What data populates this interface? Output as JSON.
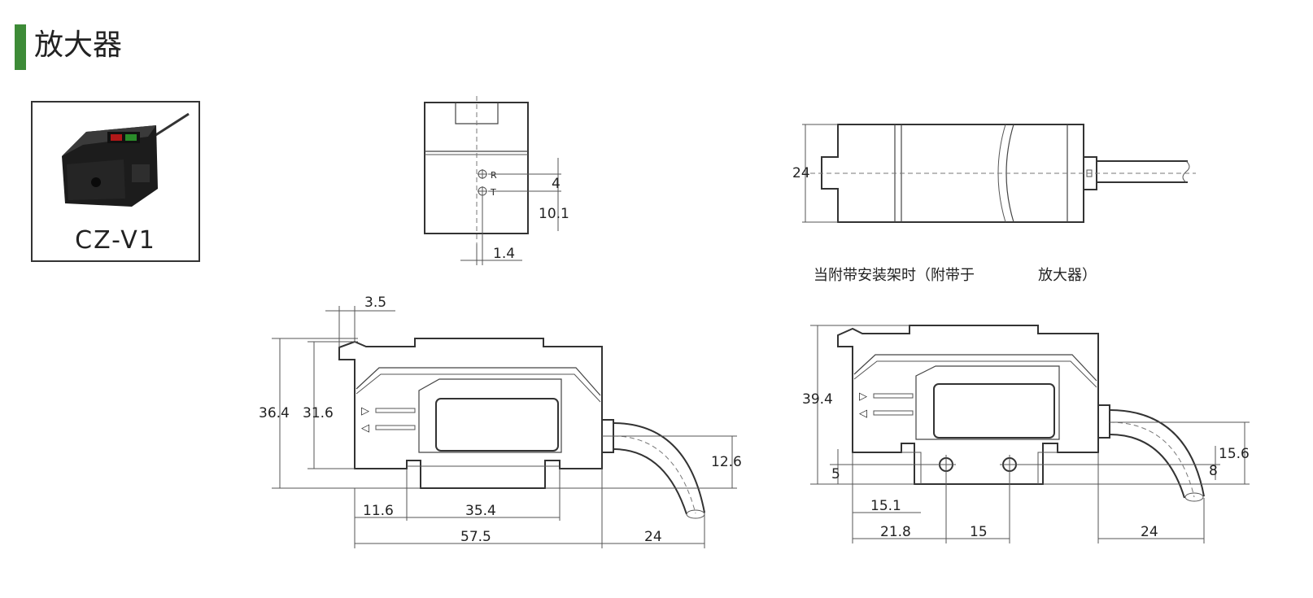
{
  "header": {
    "title": "放大器",
    "accent_color": "#3d8b37"
  },
  "product": {
    "model": "CZ-V1"
  },
  "front_view": {
    "indicator_r": "R",
    "indicator_t": "T",
    "dims": {
      "d4": "4",
      "d10_1": "10.1",
      "d1_4": "1.4"
    }
  },
  "top_view": {
    "dims": {
      "width": "24"
    }
  },
  "side_view": {
    "marker_labels": [
      "▷",
      "◁"
    ],
    "dims": {
      "d3_5": "3.5",
      "d36_4": "36.4",
      "d31_6": "31.6",
      "d12_6": "12.6",
      "d11_6": "11.6",
      "d35_4": "35.4",
      "d57_5": "57.5",
      "d24": "24"
    }
  },
  "bracket_view": {
    "caption_left": "当附带安装架时（附带于",
    "caption_right": "放大器）",
    "dims": {
      "d39_4": "39.4",
      "d5": "5",
      "d15_6": "15.6",
      "d8": "8",
      "d15_1": "15.1",
      "d21_8": "21.8",
      "d15": "15",
      "d24": "24"
    }
  }
}
